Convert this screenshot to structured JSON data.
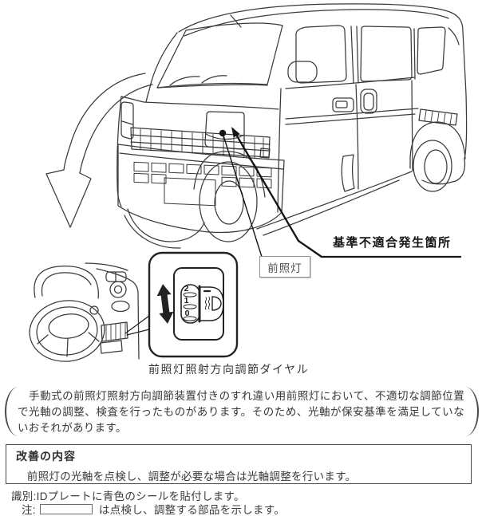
{
  "document": {
    "type": "recall-notice-figure",
    "colors": {
      "background": "#ffffff",
      "line_art": "#3a3a3a",
      "callout": "#141414",
      "body_text": "#383838"
    }
  },
  "callouts": {
    "defect_location_label": "基準不適合発生箇所",
    "headlamp_label": "前照灯"
  },
  "dial": {
    "caption": "前照灯照射方向調節ダイヤル",
    "positions": [
      "2",
      "1",
      "0"
    ],
    "icons": [
      "up-down-arrow-icon",
      "headlight-leveling-icon"
    ]
  },
  "description": {
    "text": "　手動式の前照灯照射方向調節装置付きのすれ違い用前照灯において、不適切な調節位置で光軸の調整、検査を行ったものがあります。そのため、光軸が保安基準を満足していないおそれがあります。"
  },
  "remedy": {
    "title": "改善の内容",
    "body": "　前照灯の光軸を点検し、調整が必要な場合は光軸調整を行います。"
  },
  "notes": {
    "identification": "識別:IDプレートに青色のシールを貼付します。",
    "legend_prefix": "注:",
    "legend_suffix": "は点検し、調整する部品を示します。"
  }
}
